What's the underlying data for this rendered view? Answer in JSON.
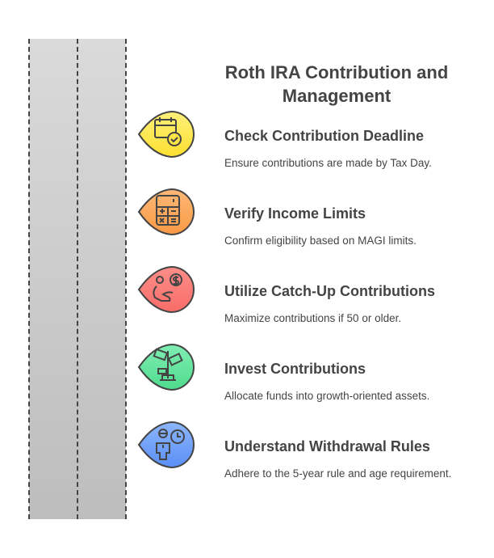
{
  "title": "Roth IRA Contribution and Management",
  "steps": [
    {
      "heading": "Check Contribution Deadline",
      "text": "Ensure contributions are made by Tax Day.",
      "icon": "calendar-check-icon",
      "color": "#fde047"
    },
    {
      "heading": "Verify Income Limits",
      "text": "Confirm eligibility based on MAGI limits.",
      "icon": "calculator-icon",
      "color": "#fb9f4e"
    },
    {
      "heading": "Utilize Catch-Up Contributions",
      "text": "Maximize contributions if 50 or older.",
      "icon": "person-money-icon",
      "color": "#fb7b77"
    },
    {
      "heading": "Invest Contributions",
      "text": "Allocate funds into growth-oriented assets.",
      "icon": "money-plant-icon",
      "color": "#5ee39a"
    },
    {
      "heading": "Understand Withdrawal Rules",
      "text": "Adhere to the 5-year rule and age requirement.",
      "icon": "person-clock-icon",
      "color": "#6a9ef8"
    }
  ]
}
